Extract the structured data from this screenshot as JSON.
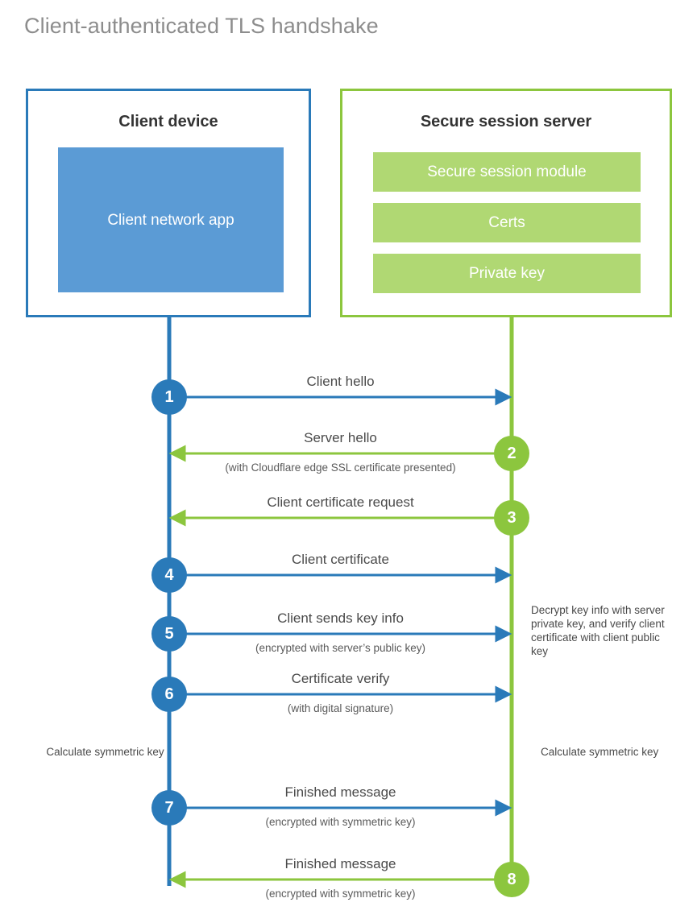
{
  "title": "Client-authenticated TLS handshake",
  "colors": {
    "client_accent": "#2a7ab9",
    "client_fill": "#5b9bd5",
    "server_accent": "#8cc63e",
    "server_fill": "#b0d873",
    "title_text": "#8d8d8d",
    "body_text": "#4a4a4a",
    "background": "#ffffff"
  },
  "client": {
    "title": "Client device",
    "app_label": "Client network app"
  },
  "server": {
    "title": "Secure session server",
    "bars": [
      "Secure session module",
      "Certs",
      "Private key"
    ]
  },
  "steps": [
    {
      "num": "1",
      "label": "Client hello",
      "sub": "",
      "from": "client",
      "dir": "right"
    },
    {
      "num": "2",
      "label": "Server hello",
      "sub": "(with Cloudflare edge SSL certificate presented)",
      "from": "server",
      "dir": "left"
    },
    {
      "num": "3",
      "label": "Client certificate request",
      "sub": "",
      "from": "server",
      "dir": "left"
    },
    {
      "num": "4",
      "label": "Client certificate",
      "sub": "",
      "from": "client",
      "dir": "right"
    },
    {
      "num": "5",
      "label": "Client sends key info",
      "sub": "(encrypted with server’s public key)",
      "from": "client",
      "dir": "right"
    },
    {
      "num": "6",
      "label": "Certificate verify",
      "sub": "(with digital signature)",
      "from": "client",
      "dir": "right"
    },
    {
      "num": "7",
      "label": "Finished message",
      "sub": "(encrypted with symmetric key)",
      "from": "client",
      "dir": "right"
    },
    {
      "num": "8",
      "label": "Finished message",
      "sub": "(encrypted with symmetric key)",
      "from": "server",
      "dir": "left"
    }
  ],
  "notes": {
    "server_decrypt": "Decrypt key info with server private key, and verify client certificate with client public key",
    "client_calc": "Calculate symmetric key",
    "server_calc": "Calculate symmetric key"
  }
}
